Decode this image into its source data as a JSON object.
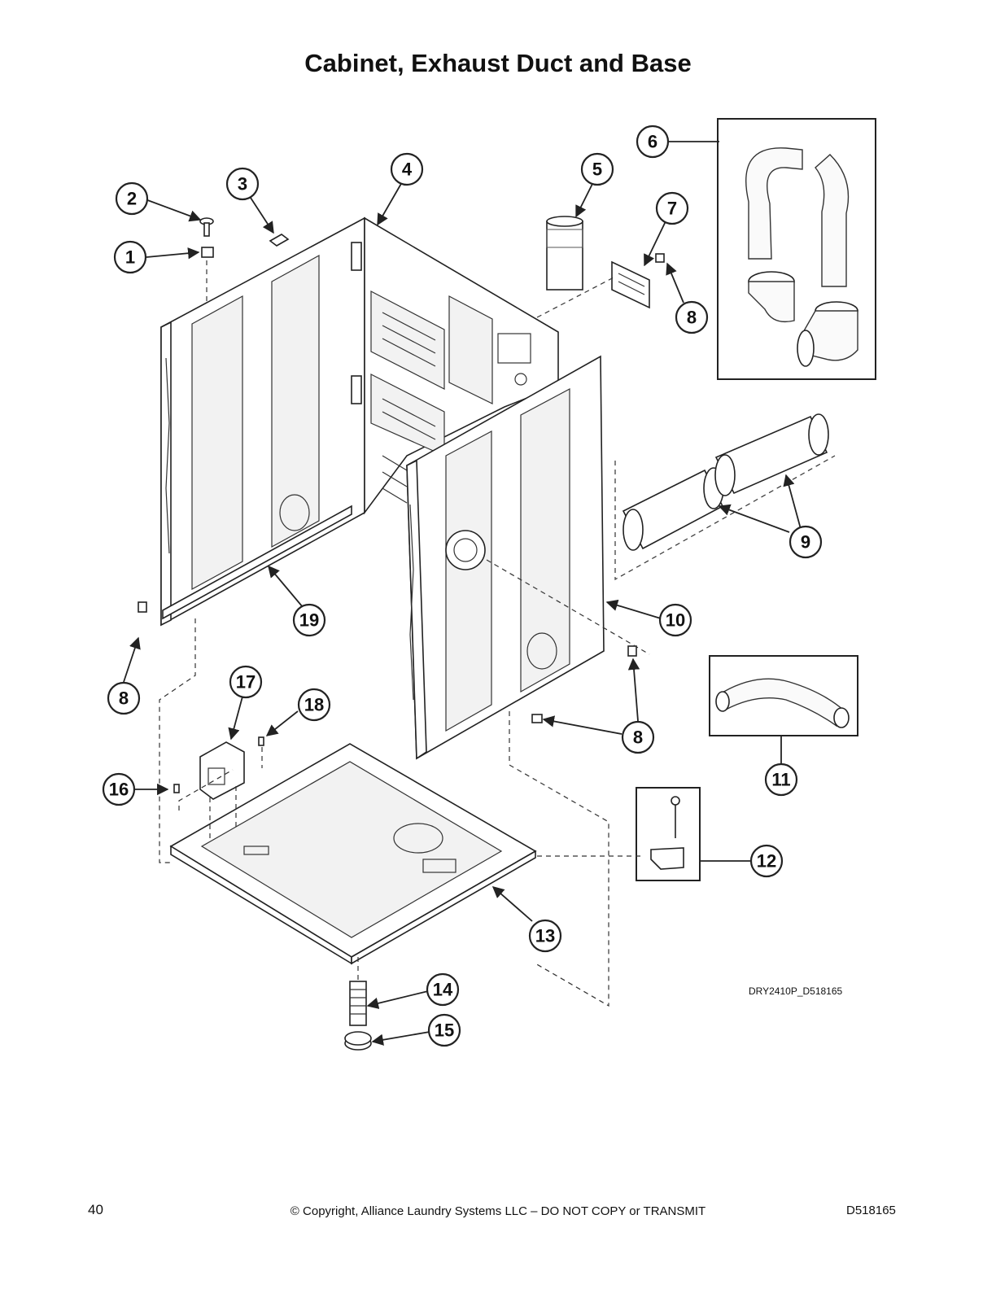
{
  "title": "Cabinet, Exhaust Duct and Base",
  "diagram_code": "DRY2410P_D518165",
  "footer": {
    "page_number": "40",
    "copyright": "© Copyright, Alliance Laundry Systems LLC – DO NOT COPY or TRANSMIT",
    "doc_id": "D518165"
  },
  "callouts": [
    "1",
    "2",
    "3",
    "4",
    "5",
    "6",
    "7",
    "8",
    "8",
    "8",
    "8",
    "9",
    "10",
    "11",
    "12",
    "13",
    "14",
    "15",
    "16",
    "17",
    "18",
    "19"
  ]
}
